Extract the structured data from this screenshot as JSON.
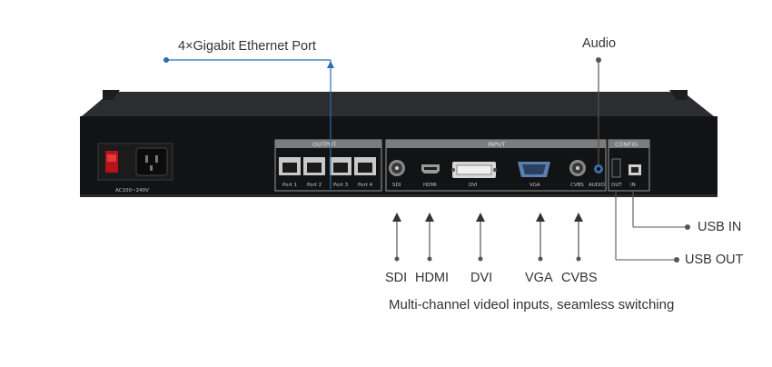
{
  "callouts": {
    "ethernet": "4×Gigabit Ethernet Port",
    "audio": "Audio",
    "usb_in": "USB IN",
    "usb_out": "USB OUT"
  },
  "inputs": [
    "SDI",
    "HDMI",
    "DVI",
    "VGA",
    "CVBS"
  ],
  "caption": "Multi-channel videol inputs, seamless switching",
  "panel": {
    "power_label": "AC100~240V",
    "output_title": "OUTPUT",
    "input_title": "INPUT",
    "config_title": "CONFIG",
    "ports": [
      "Port 1",
      "Port 2",
      "Port 3",
      "Port 4"
    ],
    "input_port_labels": [
      "SDI",
      "HDMI",
      "DVI",
      "VGA",
      "CVBS",
      "AUDIO"
    ],
    "config_labels": [
      "OUT",
      "IN"
    ]
  },
  "colors": {
    "callout_blue": "#2a6db5",
    "line_gray": "#555555"
  }
}
